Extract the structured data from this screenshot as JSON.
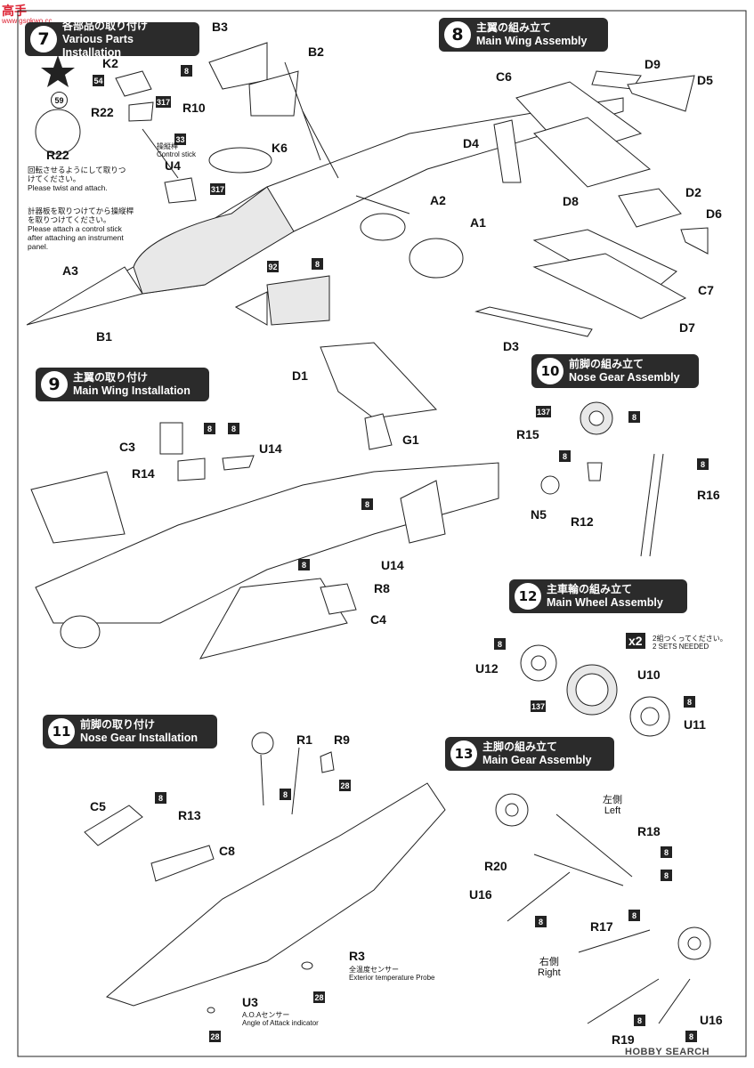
{
  "watermark": {
    "brand": "高手",
    "site": "www.gsgkwo.cc"
  },
  "step7": {
    "num": "7",
    "jp": "各部品の取り付け",
    "en": "Various Parts Installation",
    "labels": [
      "B3",
      "B2",
      "K2",
      "R22",
      "R10",
      "K6",
      "U4",
      "A2",
      "A1",
      "A3",
      "B1",
      "R22"
    ],
    "paints": [
      "8",
      "54",
      "317",
      "33",
      "317",
      "8",
      "92",
      "59"
    ],
    "note_twist_jp": "回転させるようにして取りつけてください。",
    "note_twist_en": "Please twist and attach.",
    "note_stick_jp": "計器板を取りつけてから操縦桿を取りつけてください。",
    "note_stick_en": "Please attach a control stick after attaching an instrument panel.",
    "control_stick_jp": "操縦桿",
    "control_stick_en": "Control stick"
  },
  "step8": {
    "num": "8",
    "jp": "主翼の組み立て",
    "en": "Main Wing Assembly",
    "labels": [
      "C6",
      "D9",
      "D5",
      "D4",
      "D8",
      "D2",
      "D6",
      "C7",
      "D3",
      "D7"
    ]
  },
  "step9": {
    "num": "9",
    "jp": "主翼の取り付け",
    "en": "Main Wing Installation",
    "labels": [
      "D1",
      "G1",
      "C3",
      "U14",
      "R14",
      "U14",
      "R8",
      "C4"
    ],
    "paints": [
      "8",
      "8",
      "8",
      "8"
    ]
  },
  "step10": {
    "num": "10",
    "jp": "前脚の組み立て",
    "en": "Nose Gear Assembly",
    "labels": [
      "R15",
      "R16",
      "N5",
      "R12"
    ],
    "paints": [
      "137",
      "8",
      "8",
      "8"
    ]
  },
  "step12": {
    "num": "12",
    "jp": "主車輪の組み立て",
    "en": "Main Wheel Assembly",
    "labels": [
      "U12",
      "U10",
      "U11"
    ],
    "paints": [
      "8",
      "137",
      "8"
    ],
    "multiplier": "x2",
    "sets_jp": "2組つくってください。",
    "sets_en": "2 SETS NEEDED"
  },
  "step11": {
    "num": "11",
    "jp": "前脚の取り付け",
    "en": "Nose Gear Installation",
    "labels": [
      "R1",
      "R9",
      "C5",
      "R13",
      "C8",
      "R3",
      "U3"
    ],
    "paints": [
      "8",
      "8",
      "28",
      "28",
      "28"
    ],
    "r3_jp": "全温度センサー",
    "r3_en": "Exterior temperature Probe",
    "u3_jp": "A.O.Aセンサー",
    "u3_en": "Angle of Attack indicator"
  },
  "step13": {
    "num": "13",
    "jp": "主脚の組み立て",
    "en": "Main Gear Assembly",
    "left_jp": "左側",
    "left_en": "Left",
    "right_jp": "右側",
    "right_en": "Right",
    "labels": [
      "R18",
      "R20",
      "U16",
      "R17",
      "U16",
      "R19"
    ],
    "paints": [
      "8",
      "8",
      "8",
      "8",
      "8",
      "8"
    ]
  },
  "footer": {
    "brand": "HOBBY SEARCH"
  }
}
